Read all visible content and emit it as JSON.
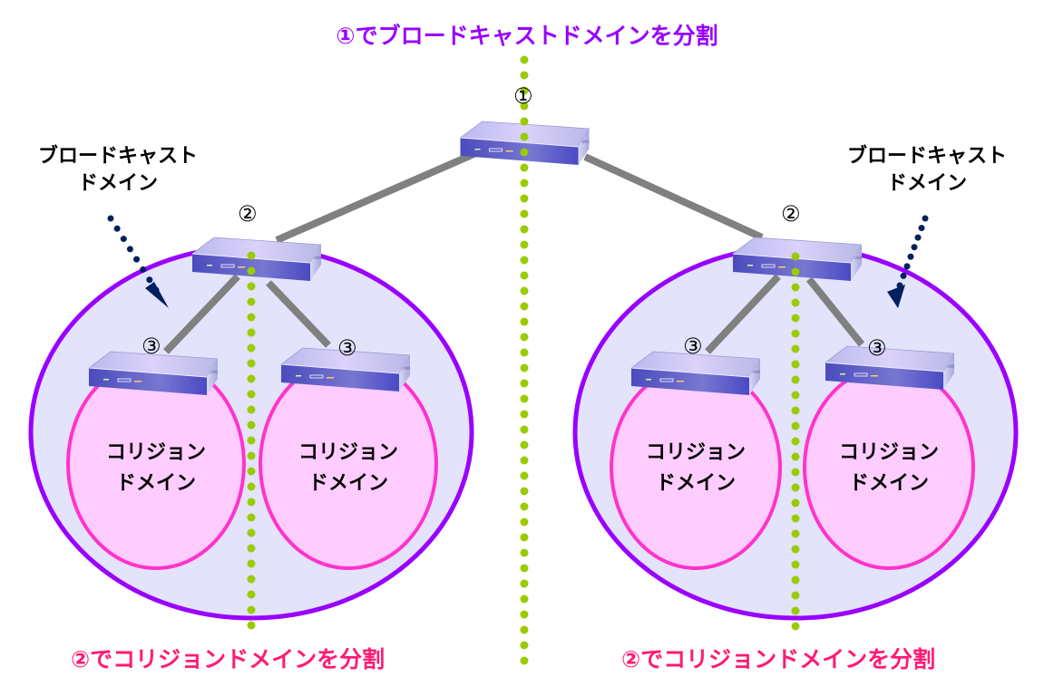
{
  "title": "①でブロードキャストドメインを分割",
  "switch_labels": {
    "top": "①",
    "left_mid": "②",
    "right_mid": "②",
    "left_a": "③",
    "left_b": "③",
    "right_a": "③",
    "right_b": "③"
  },
  "broadcast_domain_label": {
    "left": [
      "ブロードキャスト",
      "ドメイン"
    ],
    "right": [
      "ブロードキャスト",
      "ドメイン"
    ]
  },
  "collision_domain_label": [
    "コリジョン",
    "ドメイン"
  ],
  "bottom_captions": {
    "left": "②でコリジョンドメインを分割",
    "right": "②でコリジョンドメインを分割"
  },
  "colors": {
    "broadcast_border": "#9900ff",
    "broadcast_fill": "#e3e3fb",
    "collision_border": "#ff33cc",
    "collision_fill": "#ffccff",
    "divider_dots": "#99cc00",
    "cable": "#808080",
    "arrow": "#002060",
    "title_color": "#9900ff",
    "caption_color": "#ff1a75"
  }
}
